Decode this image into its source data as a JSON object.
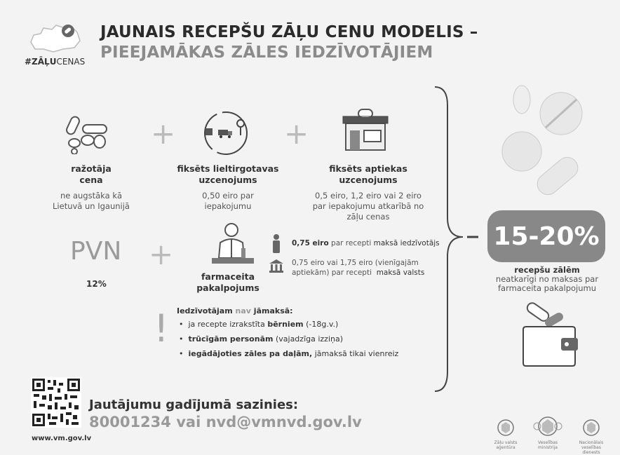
{
  "header": {
    "title_line1": "JAUNAIS RECEPŠU ZĀĻU CENU MODELIS –",
    "title_line2": "PIEEJAMĀKAS ZĀLES IEDZĪVOTĀJIEM",
    "hashtag_bold": "#ZĀĻU",
    "hashtag_rest": "CENAS"
  },
  "components": [
    {
      "title_line1": "ražotāja",
      "title_line2": "cena",
      "desc_line1": "ne augstāka kā",
      "desc_line2": "Lietuvā un Igaunijā"
    },
    {
      "title_line1": "fiksēts lieltirgotavas",
      "title_line2": "uzcenojums",
      "desc_line1": "0,50 eiro par",
      "desc_line2": "iepakojumu"
    },
    {
      "title_line1": "fiksēts aptiekas",
      "title_line2": "uzcenojums",
      "desc_line1": "0,5 eiro, 1,2 eiro vai 2 eiro",
      "desc_line2": "par iepakojumu atkarībā no",
      "desc_line3": "zāļu cenas"
    }
  ],
  "plus_sign": "+",
  "pvn": {
    "label": "PVN",
    "value": "12%"
  },
  "pharmacist": {
    "title_line1": "farmaceita",
    "title_line2": "pakalpojums"
  },
  "fees": {
    "patient_amount": "0,75 eiro",
    "patient_text": "par recepti",
    "patient_payer": "maksā iedzīvotājs",
    "state_line1": "0,75 eiro vai 1,75 eiro (vienīgajām",
    "state_line2_a": "aptiekām) par recepti",
    "state_line2_b": "maksā valsts"
  },
  "savings": {
    "percent": "15-20%",
    "line1": "recepšu zālēm",
    "line2": "neatkarīgi no maksas par",
    "line3": "farmaceita pakalpojumu"
  },
  "exemptions": {
    "exclamation": "!",
    "heading_a": "Iedzīvotājam",
    "heading_nav": "nav",
    "heading_b": "jāmaksā:",
    "items": [
      {
        "a": "ja recepte izrakstīta",
        "bold": "bērniem",
        "b": "(-18g.v.)"
      },
      {
        "a": "",
        "bold": "trūcīgām personām",
        "b": "(vajadzīga izziņa)"
      },
      {
        "a": "",
        "bold": "iegādājoties zāles pa daļām,",
        "b": "jāmaksā tikai vienreiz"
      }
    ]
  },
  "contact": {
    "heading": "Jautājumu gadījumā sazinies:",
    "line": "80001234 vai nvd@vmnvd.gov.lv",
    "website": "www.vm.gov.lv"
  },
  "footer_logos": [
    {
      "label": "Zāļu valsts aģentūra"
    },
    {
      "label": "Veselības ministrija"
    },
    {
      "label": "Nacionālais veselības dienests"
    }
  ],
  "colors": {
    "background": "#f3f3f3",
    "dark_text": "#333333",
    "grey_text": "#8b8b8b",
    "badge": "#888888"
  }
}
